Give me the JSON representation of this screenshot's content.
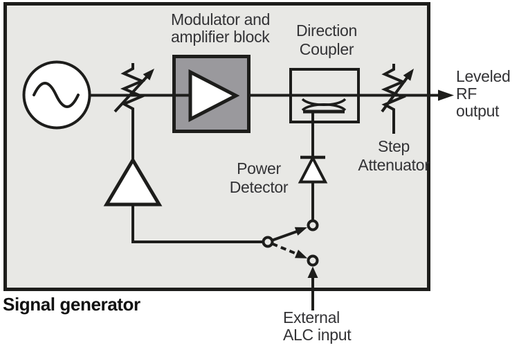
{
  "labels": {
    "modulator_block": {
      "line1": "Modulator and",
      "line2": "amplifier block"
    },
    "direction_coupler": {
      "line1": "Direction",
      "line2": "Coupler"
    },
    "power_detector": {
      "line1": "Power",
      "line2": "Detector"
    },
    "step_attenuator": {
      "line1": "Step",
      "line2": "Attenuator"
    },
    "rf_output": {
      "line1": "Leveled",
      "line2": "RF",
      "line3": "output"
    },
    "external_alc": {
      "line1": "External",
      "line2": "ALC input"
    },
    "title": "Signal generator"
  },
  "icons": {
    "oscillator": "sine-wave-in-circle",
    "alc_modulator": "variable-attenuator-arrow",
    "amplifier": "triangle-right",
    "feedback_amplifier": "triangle-up",
    "direction_coupler": "coupled-lines-with-bar",
    "power_detector": "diode-up",
    "alc_switch": "spdt-switch-solid-and-dashed",
    "rf_output_arrow": "arrow-right",
    "external_alc_arrow": "arrow-up"
  },
  "colors": {
    "canvas": "#ffffff",
    "enclosure_fill": "#e8e8e5",
    "modulator_block_fill": "#9a999d",
    "line": "#1d1d1b",
    "label_text": "#333336",
    "title_text": "#111111"
  }
}
